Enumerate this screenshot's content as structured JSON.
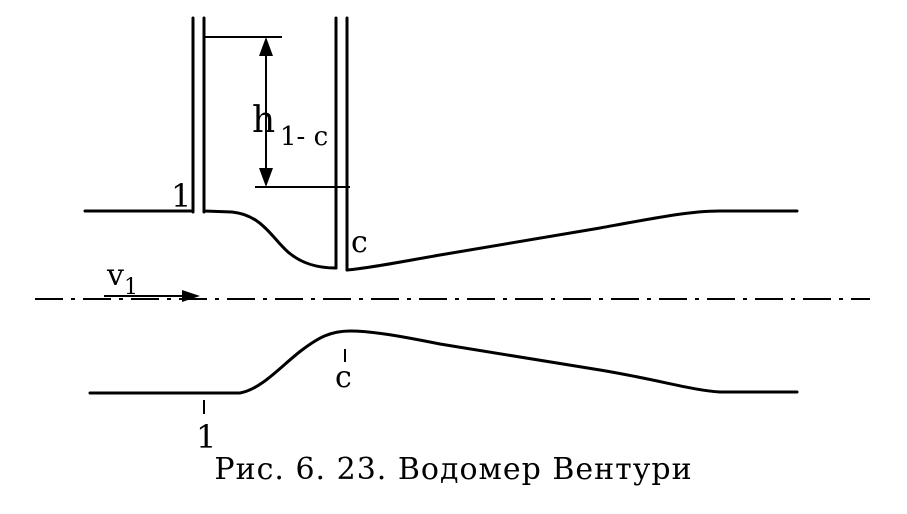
{
  "diagram": {
    "labels": {
      "head_difference": "h",
      "head_difference_subscript": "1- c",
      "section_1_upper": "1",
      "section_1_lower": "1",
      "section_c_upper": "c",
      "section_c_lower": "c",
      "velocity": "v",
      "velocity_subscript": "1"
    }
  },
  "caption": "Рис. 6. 23. Водомер Вентури"
}
